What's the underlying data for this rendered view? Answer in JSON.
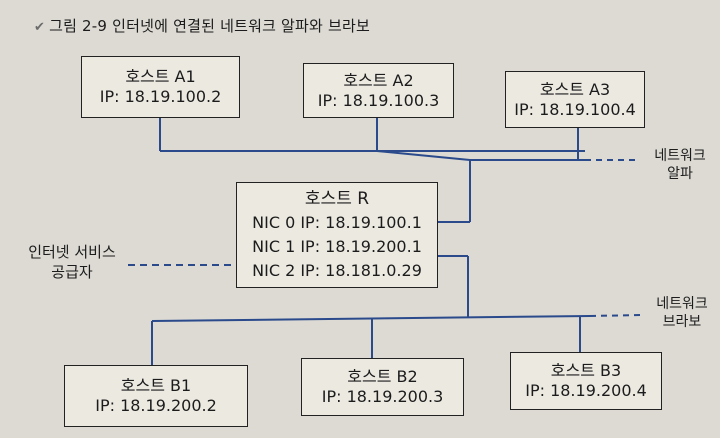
{
  "caption": {
    "icon": "chevron-mark-icon",
    "text": "그림 2-9  인터넷에 연결된 네트워크 알파와 브라보"
  },
  "hosts_alpha": [
    {
      "id": "a1",
      "name": "호스트 A1",
      "ip": "IP: 18.19.100.2"
    },
    {
      "id": "a2",
      "name": "호스트 A2",
      "ip": "IP: 18.19.100.3"
    },
    {
      "id": "a3",
      "name": "호스트 A3",
      "ip": "IP: 18.19.100.4"
    }
  ],
  "router": {
    "name": "호스트 R",
    "nics": [
      "NIC 0 IP: 18.19.100.1",
      "NIC 1 IP: 18.19.200.1",
      "NIC 2 IP: 18.181.0.29"
    ]
  },
  "hosts_bravo": [
    {
      "id": "b1",
      "name": "호스트 B1",
      "ip": "IP: 18.19.200.2"
    },
    {
      "id": "b2",
      "name": "호스트 B2",
      "ip": "IP: 18.19.200.3"
    },
    {
      "id": "b3",
      "name": "호스트 B3",
      "ip": "IP: 18.19.200.4"
    }
  ],
  "labels": {
    "alpha": [
      "네트워크",
      "알파"
    ],
    "bravo": [
      "네트워크",
      "브라보"
    ],
    "isp": [
      "인터넷 서비스",
      "공급자"
    ]
  },
  "colors": {
    "line": "#2a4a8c",
    "box_border": "#222222",
    "background": "#dcdad3"
  }
}
